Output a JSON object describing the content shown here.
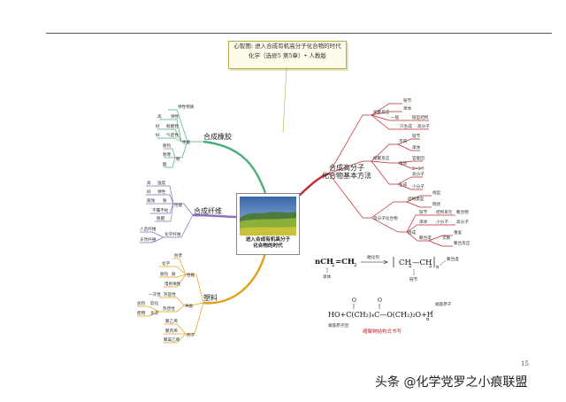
{
  "header": {
    "title_line1": "心智图: 进入合成有机高分子化合物的时代",
    "title_line2": "化学（选修5 第5章）• 人教版"
  },
  "center": {
    "label_line1": "进入合成有机高分子",
    "label_line2": "化合物的时代"
  },
  "branches": {
    "rubber": {
      "label": "合成橡胶",
      "items": {
        "elastic": "弹性物质",
        "high": "高",
        "elastic2": "弹性",
        "good": "好",
        "wear": "耐磨性",
        "airtight": "气密性",
        "good2": "好",
        "property": "性能",
        "heat": "耐热",
        "cold": "耐寒",
        "oil": "耐油",
        "resist": "耐",
        "acid": "酸"
      }
    },
    "fiber": {
      "label": "合成纤维",
      "items": {
        "strength": "强度",
        "high": "高",
        "elastic": "弹性",
        "good": "好",
        "corrosion": "腐蚀",
        "resist": "耐",
        "property": "性能",
        "moth": "不霉不蛀",
        "abrasion": "耐磨",
        "human_fiber": "人造纤维",
        "chem_fiber": "化学纤维",
        "natural": "天然纤维"
      }
    },
    "plastic": {
      "label": "塑料",
      "items": {
        "aging": "防老",
        "chem": "化学",
        "good": "好",
        "heat": "耐热",
        "resist": "耐",
        "insulation": "电绝缘性",
        "once": "一次性",
        "thermo": "热固性",
        "heat_dish": "加热",
        "soften": "软化",
        "hot": "热塑性",
        "polyethylene": "聚乙烯",
        "pvc": "聚丙烯",
        "polystyrene": "聚氯乙烯",
        "example": "例子",
        "types": "种类",
        "property": "性能",
        "use": "使用",
        "many": "多次"
      }
    },
    "polymer": {
      "label_line1": "合成高分子",
      "label_line2": "化合物基本方法",
      "addition": {
        "label": "加聚反应",
        "items": {
          "link": "链节",
          "monomer": "单体",
          "structure": "链型结构",
          "single": "一般",
          "product": "只生成",
          "polymer": "高分子",
          "chain": "链节"
        }
      },
      "condensation": {
        "label": "缩聚反应",
        "items": {
          "different": "不同",
          "chain": "链节",
          "single": "单体",
          "functional": "官能团",
          "two": "2~3个",
          "high": "高分子",
          "generate": "生成",
          "single2": "单体",
          "and": "和",
          "small": "小分子"
        }
      },
      "structure": {
        "label": "高分子化合物",
        "items": {
          "linear": "线型",
          "net": "网状",
          "type": "结构类型",
          "chain": "链节",
          "unit": "结构单元",
          "monomer": "单体",
          "small": "小分子",
          "composition": "组成",
          "polymer": "高分子",
          "aggregate": "聚合物",
          "degree": "聚合度",
          "count": "次数",
          "weight": "重复",
          "polymerization": "聚合反应"
        }
      }
    }
  },
  "equations": {
    "addition": {
      "lhs": "nCH",
      "lhs_sub": "2",
      "eq": "=CH",
      "eq_sub": "2",
      "catalyst": "催化剂",
      "product": "CH",
      "product2": "—CH",
      "sub": "2",
      "n": "n",
      "monomer_label": "单体",
      "chain_label": "链节",
      "degree_label": "聚合度"
    },
    "condensation": {
      "formula": "HO+C(CH₂)₄C—O(CH₂)₂O+H",
      "o": "O",
      "n": "n",
      "end_left": "端基原子团",
      "end_right": "端基原子",
      "title": "缩聚物结构式书写"
    }
  },
  "footer": {
    "page_number": "15",
    "watermark": "头条 @化学党罗之小痕联盟"
  },
  "colors": {
    "rubber": "#4caf7a",
    "fiber": "#8e6bbf",
    "plastic": "#e0a21a",
    "polymer": "#c0282d",
    "equation_red": "#c0282d",
    "title_border": "#b9ab4a"
  }
}
